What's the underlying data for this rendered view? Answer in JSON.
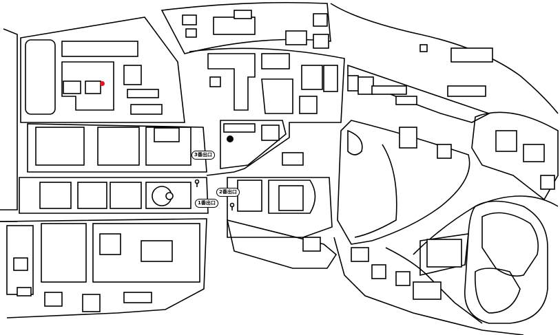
{
  "map": {
    "exits": [
      {
        "label": "3番出口"
      },
      {
        "label": "2番出口"
      },
      {
        "label": "1番出口"
      }
    ],
    "current_location_marker": {
      "color": "#e8141b",
      "icon": "location-dot-icon"
    },
    "symbols": [
      "info-pin-icon",
      "info-pin-icon",
      "info-pin-icon",
      "bus-stop-icon"
    ]
  }
}
